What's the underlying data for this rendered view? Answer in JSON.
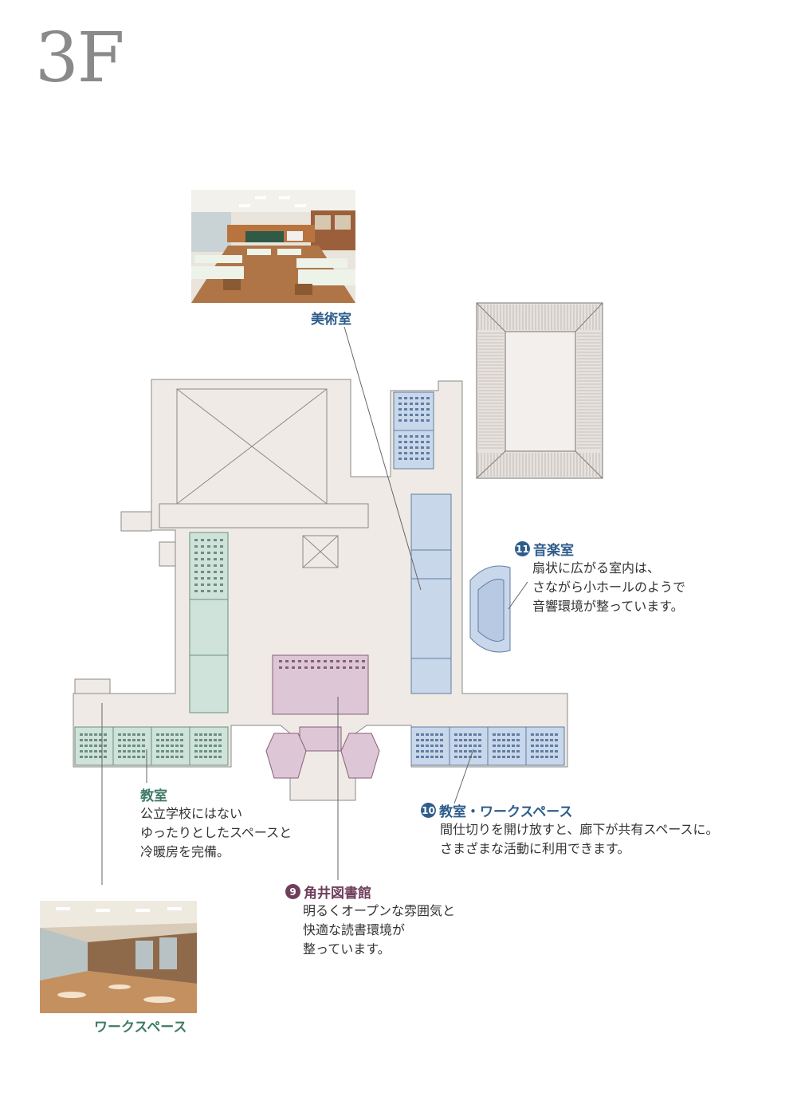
{
  "floor": {
    "title": "3F"
  },
  "colors": {
    "art_room": "#2f5d8c",
    "classroom": "#3f7a68",
    "library": "#6e3f5c",
    "workspace_blue": "#2f5d8c",
    "building": "#efeae5",
    "wall": "#888888",
    "green_zone": "#cfe3da",
    "blue_zone": "#c9d7ea",
    "purple_zone": "#ddc7d6"
  },
  "labels": {
    "art_room": {
      "name": "美術室"
    },
    "music_room": {
      "badge": "11",
      "name": "音楽室",
      "lines": [
        "扇状に広がる室内は、",
        "さながら小ホールのようで",
        "音響環境が整っています。"
      ]
    },
    "classroom": {
      "name": "教室",
      "lines": [
        "公立学校にはない",
        "ゆったりとしたスペースと",
        "冷暖房を完備。"
      ]
    },
    "classroom_workspace": {
      "badge": "10",
      "name": "教室・ワークスペース",
      "lines": [
        "間仕切りを開け放すと、廊下が共有スペースに。",
        "さまざまな活動に利用できます。"
      ]
    },
    "library": {
      "badge": "9",
      "name": "角井図書館",
      "lines": [
        "明るくオープンな雰囲気と",
        "快適な読書環境が",
        "整っています。"
      ]
    },
    "workspace_photo": {
      "name": "ワークスペース"
    }
  },
  "photos": {
    "art_room_photo": {
      "icon": "classroom-photo"
    },
    "workspace_photo": {
      "icon": "corridor-photo"
    }
  }
}
